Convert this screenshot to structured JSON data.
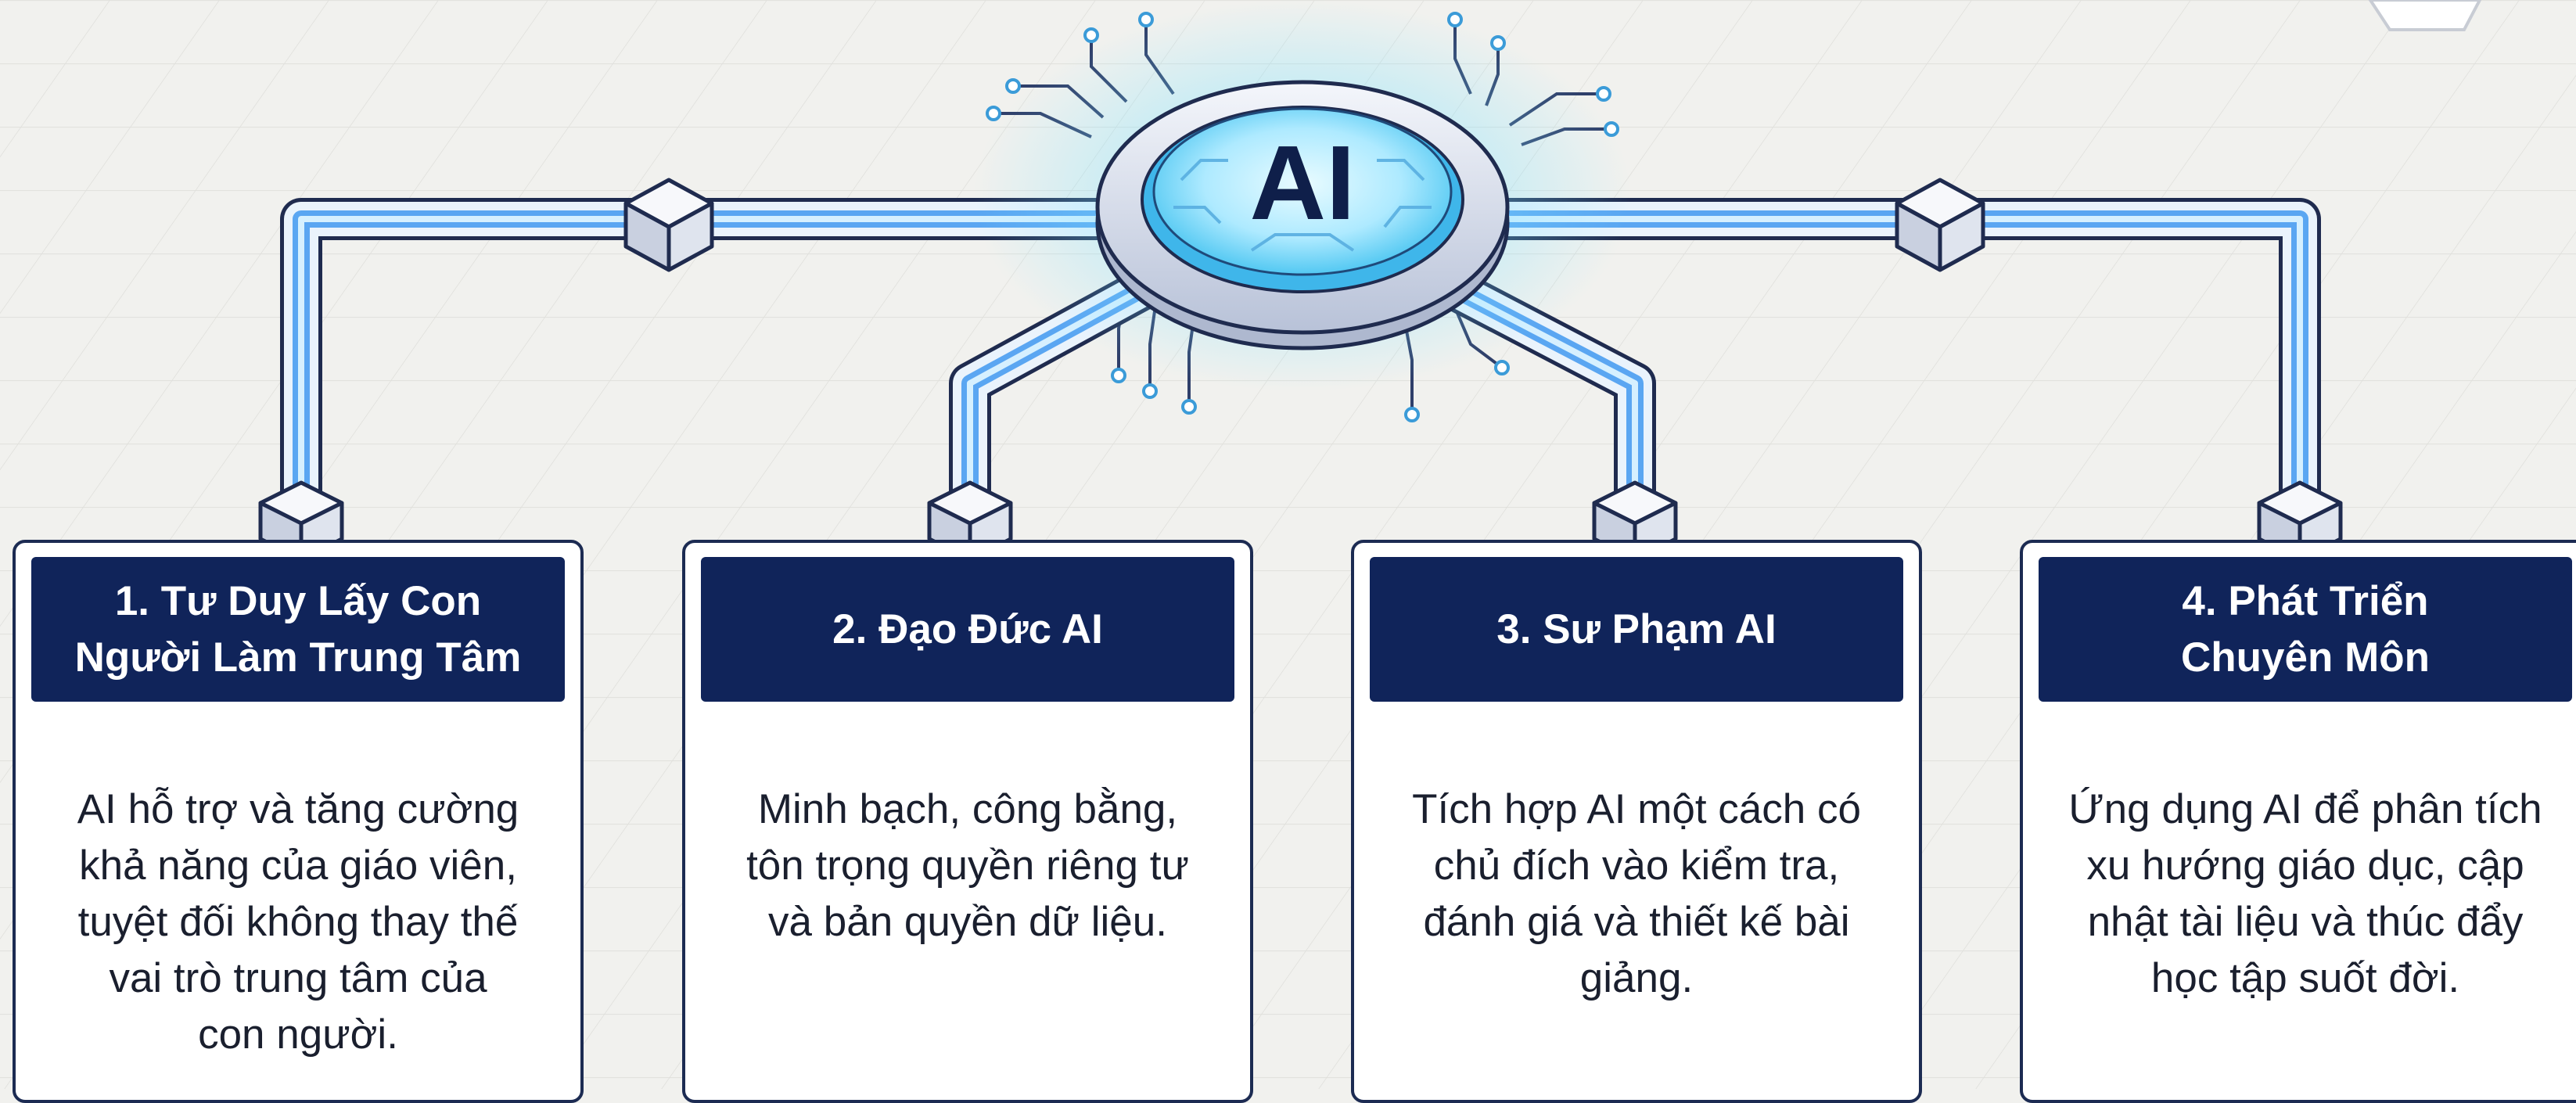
{
  "center": {
    "label": "AI"
  },
  "cards": [
    {
      "title_lines": [
        "1. Tư Duy Lấy Con",
        "Người Làm Trung Tâm"
      ],
      "body_lines": [
        "AI hỗ trợ và tăng cường",
        "khả năng của giáo viên,",
        "tuyệt đối không thay thế",
        "vai trò trung tâm của",
        "con người."
      ]
    },
    {
      "title_lines": [
        "2. Đạo Đức AI"
      ],
      "body_lines": [
        "Minh bạch, công bằng,",
        "tôn trọng quyền riêng tư",
        "và bản quyền dữ liệu."
      ]
    },
    {
      "title_lines": [
        "3. Sư Phạm AI"
      ],
      "body_lines": [
        "Tích hợp AI một cách có",
        "chủ đích vào kiểm tra,",
        "đánh giá và thiết kế bài",
        "giảng."
      ]
    },
    {
      "title_lines": [
        "4. Phát Triển",
        "Chuyên Môn"
      ],
      "body_lines": [
        "Ứng dụng AI để phân tích",
        "xu hướng giáo dục, cập",
        "nhật tài liệu và thúc đẩy",
        "học tập suốt đời."
      ]
    }
  ],
  "colors": {
    "card_header": "#10245a",
    "card_border": "#1c2b52",
    "pipe_glow": "#5aa6f2",
    "hub_glow": "#6fe3ff",
    "background": "#f1f1ee"
  }
}
